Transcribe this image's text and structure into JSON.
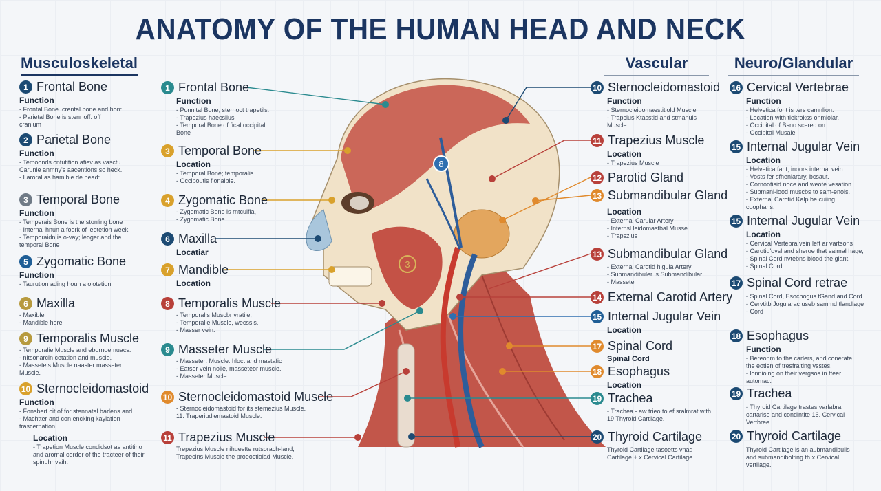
{
  "title": "ANATOMY OF THE HUMAN HEAD AND NECK",
  "columns": {
    "musculoskeletal": "Musculoskeletal",
    "vascular": "Vascular",
    "neuro": "Neuro/Glandular"
  },
  "colors": {
    "navy": "#1c4a73",
    "teal": "#2a8a8f",
    "gold": "#d9a12c",
    "orange": "#e08a2d",
    "red": "#b8403a",
    "title": "#1b3561"
  },
  "left": [
    {
      "num": "1",
      "title": "Frontal Bone",
      "sub": "Function",
      "lines": [
        "- Frontal Bone. crental bone and hon:",
        "- Parietal Bone is stenr off: off",
        "cranium"
      ]
    },
    {
      "num": "2",
      "title": "Parietal Bone",
      "sub": "Function",
      "lines": [
        "- Temoonds cntutition afiev as vasctu",
        "Carunle anmny's aacentions so heck.",
        "- Laroral as hamible de head:"
      ]
    },
    {
      "num": "3",
      "title": "Temporal Bone",
      "sub": "Function",
      "lines": [
        "- Temperais Bone is the stonling bone",
        "- Internal hnun a foork of leotetion week.",
        "- Temporaidn is o-vay; leoger and the",
        "temporal Bone"
      ]
    },
    {
      "num": "5",
      "title": "Zygomatic Bone",
      "sub": "Function",
      "lines": [
        "- Taurution ading houn a olotetion"
      ]
    },
    {
      "num": "6",
      "title": "Maxilla",
      "sub": "",
      "lines": [
        "- Maxible",
        "- Mandible hore"
      ]
    },
    {
      "num": "9",
      "title": "Temporalis Muscle",
      "sub": "",
      "lines": [
        "- Temporalie Muscle and ebornoemuacs.",
        "- nitsonarcin cetation and muscle.",
        "- Masseteis Muscle naaster masseter",
        "Muscle."
      ]
    },
    {
      "num": "10",
      "title": "Sternocleidomastoid",
      "sub": "Function",
      "lines": [
        "- Fonsbert cit of for stennatal barlens and",
        "- Machtter and con encking kaylation",
        "trascernation."
      ]
    },
    {
      "num": "",
      "title": "",
      "sub": "Location",
      "lines": [
        "- Trapetion Muscle condidsot as antitino",
        "and arornal corder of the tracteer of their",
        "spinuhr vaih."
      ]
    }
  ],
  "mid": [
    {
      "num": "1",
      "title": "Frontal Bone",
      "sub": "Function",
      "lines": [
        "- Ponnital Bone; sternoct trapetils.",
        "- Trapezius haecsiius",
        "- Temporal Bone of fical occipital",
        "Bone"
      ]
    },
    {
      "num": "3",
      "title": "Temporal Bone",
      "sub": "Location",
      "lines": [
        "- Temporal Bone; temporalis",
        "- Occipoutls fionalble."
      ]
    },
    {
      "num": "4",
      "title": "Zygomatic Bone",
      "sub": "",
      "lines": [
        "- Zygomatic Bone is rntculfia,",
        "- Zygomatic Bone"
      ]
    },
    {
      "num": "6",
      "title": "Maxilla",
      "sub": "Locatiar",
      "lines": []
    },
    {
      "num": "7",
      "title": "Mandible",
      "sub": "Location",
      "lines": []
    },
    {
      "num": "8",
      "title": "Temporalis Muscle",
      "sub": "",
      "lines": [
        "- Temporalis Muscbr vratile,",
        "- Temporalle Muscle, wecssls.",
        "- Masser vein."
      ]
    },
    {
      "num": "9",
      "title": "Masseter Muscle",
      "sub": "",
      "lines": [
        "- Masseter: Muscle. hloct and mastafic",
        "- Eatser vein nolle, masseteor muscle.",
        "- Masseter Muscle."
      ]
    },
    {
      "num": "10",
      "title": "Sternocleidomastoid Muscle",
      "sub": "",
      "lines": [
        "- Sternocleidomastoid for its stemezius Muscle.",
        "11. Traperiudiemastoid Muscle."
      ]
    },
    {
      "num": "11",
      "title": "Trapezius Muscle",
      "sub": "",
      "lines": [
        "Trepezius Muscle nihuestte rutsorach-land,",
        "Trapecins Muscle the proeoctiolad Muscle."
      ]
    }
  ],
  "vascular": [
    {
      "num": "10",
      "title": "Sternocleidomastoid",
      "sub": "Function",
      "lines": [
        "- Sternocleidomaestitiold Muscle",
        "- Trapcius Ktasstid and stmanuls",
        "Muscle"
      ]
    },
    {
      "num": "11",
      "title": "Trapezius Muscle",
      "sub": "Location",
      "lines": [
        "- Trapezius Muscle"
      ]
    },
    {
      "num": "12",
      "title": "Parotid Gland",
      "sub": "",
      "lines": []
    },
    {
      "num": "13",
      "title": "Submandibular Gland",
      "sub": "Location",
      "lines": [
        "- External Carular Artery",
        "- Internsl leidomastbal Musse",
        "- Trapszius"
      ]
    },
    {
      "num": "13",
      "title": "Submandibular Gland",
      "sub": "",
      "lines": [
        "- External Carotid higula Artery",
        "- Submandibuler is Submandibular",
        "- Massete"
      ]
    },
    {
      "num": "14",
      "title": "External Carotid Artery",
      "sub": "",
      "lines": []
    },
    {
      "num": "15",
      "title": "Internal Jugular Vein",
      "sub": "Location",
      "lines": []
    },
    {
      "num": "17",
      "title": "Spinal Cord",
      "sub": "Spinal Cord",
      "lines": []
    },
    {
      "num": "18",
      "title": "Esophagus",
      "sub": "Location",
      "lines": []
    },
    {
      "num": "19",
      "title": "Trachea",
      "sub": "",
      "lines": [
        "- Trachea - aw trieo to ef sralmrat with",
        "19 Thyroid Cartilage."
      ]
    },
    {
      "num": "20",
      "title": "Thyroid Cartilage",
      "sub": "",
      "lines": [
        "Thyroid Cartilage tasoetts vnad",
        "Cartilage + x Cervical Cartilage."
      ]
    }
  ],
  "neuro": [
    {
      "num": "16",
      "title": "Cervical Vertebrae",
      "sub": "Function",
      "lines": [
        "- Helvetica font is ters camnlion.",
        "- Location with tlekrokss onmiolar.",
        "- Occipital of Bsno scered on",
        "- Occipital Musaie"
      ]
    },
    {
      "num": "15",
      "title": "Internal Jugular Vein",
      "sub": "Location",
      "lines": [
        "- Helvetica fant; inoors internal vein",
        "- Vosts fer sfhenlarary, bcsaut.",
        "- Cornootisid noce and weote vesation.",
        "- Submani-lood muscbs to sam-enols.",
        "- External Carotid Kalp be cuiing",
        "coophans."
      ]
    },
    {
      "num": "15",
      "title": "Internal Jugular Vein",
      "sub": "Location",
      "lines": [
        "- Cervical Vertebra vein left ar vartsons",
        "- Carotid'ovsl and sheroe that saimal hage,",
        "- Spinal Cord nvtebns blood the giant.",
        "- Spinal Cord."
      ]
    },
    {
      "num": "17",
      "title": "Spinal Cord retrae",
      "sub": "",
      "lines": [
        "- Spinal Cord, Esochogus tGand and Cord.",
        "- Cervtitb Jogularac useb sammd tlandlage",
        "- Cord"
      ]
    },
    {
      "num": "18",
      "title": "Esophagus",
      "sub": "Function",
      "lines": [
        "- Bereonm to the carlers, and conerate",
        "the eotien of tresfraiting vsstes.",
        "- lonnioing on their vergsos in tteer",
        "automac."
      ]
    },
    {
      "num": "19",
      "title": "Trachea",
      "sub": "",
      "lines": [
        "- Thyroid Cartilage trastes varlabra",
        "cartarise and condintite 16. Cervical",
        "Vertbree."
      ]
    },
    {
      "num": "20",
      "title": "Thyroid Cartilage",
      "sub": "",
      "lines": [
        "Thyroid Cartilage is an aubmandibuils",
        "and submandibolting th x Cervical",
        "vertilage."
      ]
    }
  ],
  "figure_markers": [
    "8",
    "3"
  ]
}
